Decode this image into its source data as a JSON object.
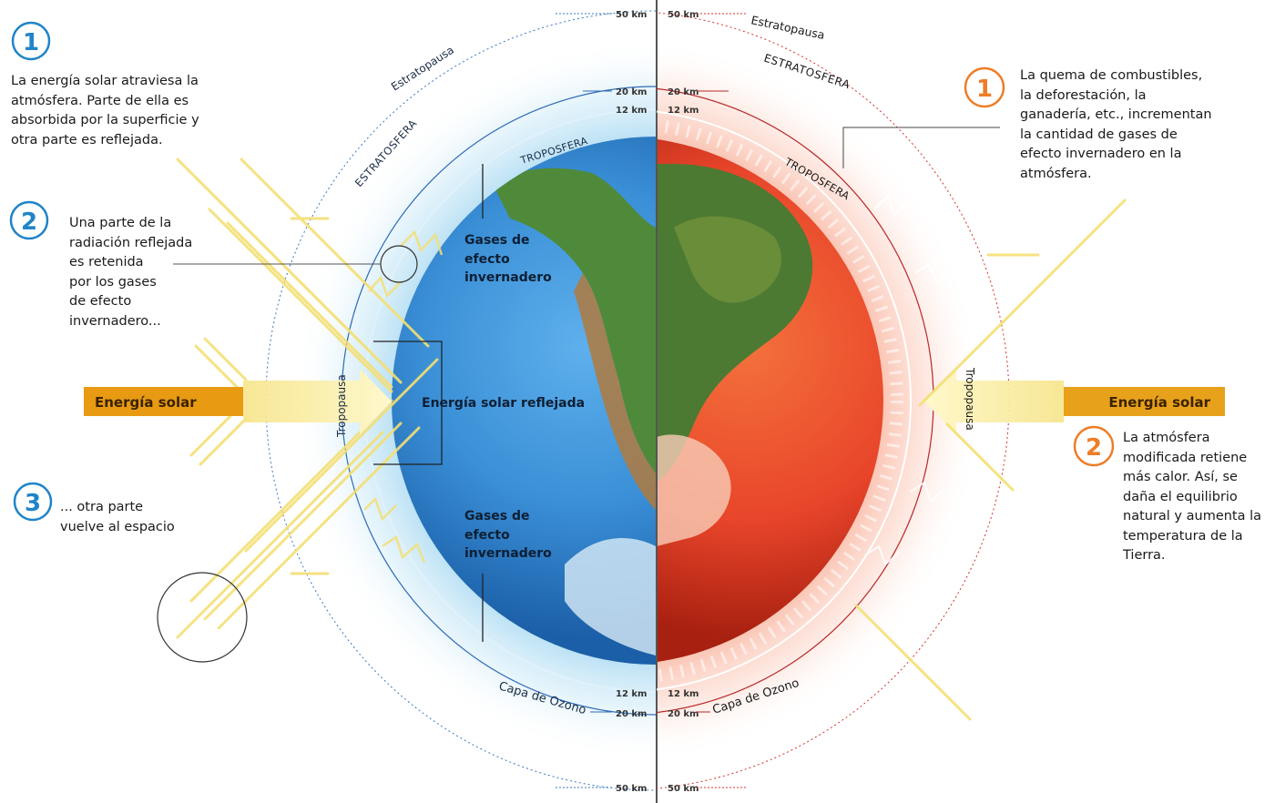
{
  "colors": {
    "blue_step": "#1f84c8",
    "orange_step": "#ee7d27",
    "solar_bar_left": "#e79a12",
    "solar_bar_right": "#e8a11a",
    "ocean_blue": "#3a8fd6",
    "planet_red": "#e8452a",
    "light_ray": "#f6e58a"
  },
  "left": {
    "step1": {
      "number": "1",
      "lines": [
        "La energía solar atraviesa la",
        "atmósfera. Parte de ella es",
        "absorbida por la superficie y",
        "otra parte es reflejada."
      ]
    },
    "step2": {
      "number": "2",
      "lines": [
        "Una parte de la",
        "radiación reflejada",
        "es retenida",
        "por los gases",
        "de efecto",
        "invernadero..."
      ]
    },
    "step3": {
      "number": "3",
      "lines": [
        "... otra parte",
        "vuelve al espacio"
      ]
    },
    "solar_label": "Energía solar",
    "layers": {
      "stratopause": "Estratopausa",
      "stratosphere": "ESTRATOSFERA",
      "troposphere": "TROPOSFERA",
      "tropopause": "Tropopausa",
      "ozone": "Capa de Ozono"
    },
    "globe_labels": {
      "gases_top": [
        "Gases de",
        "efecto",
        "invernadero"
      ],
      "reflected": "Energía solar reflejada",
      "gases_bottom": [
        "Gases de",
        "efecto",
        "invernadero"
      ]
    },
    "km": {
      "top_50": "50 km",
      "top_20": "20 km",
      "top_12": "12 km",
      "bot_12": "12 km",
      "bot_20": "20 km",
      "bot_50": "50 km"
    }
  },
  "right": {
    "step1": {
      "number": "1",
      "lines": [
        "La quema de combustibles,",
        "la deforestación, la",
        "ganadería, etc., incrementan",
        "la cantidad de gases de",
        "efecto invernadero en la",
        "atmósfera."
      ]
    },
    "step2": {
      "number": "2",
      "lines": [
        "La atmósfera",
        "modificada retiene",
        "más calor. Así, se",
        "daña el equilibrio",
        "natural y aumenta la",
        "temperatura de la",
        "Tierra."
      ]
    },
    "solar_label": "Energía solar",
    "layers": {
      "stratopause": "Estratopausa",
      "stratosphere": "ESTRATOSFERA",
      "troposphere": "TROPOSFERA",
      "tropopause": "Tropopausa",
      "ozone": "Capa de Ozono"
    },
    "km": {
      "top_50": "50 km",
      "top_20": "20 km",
      "top_12": "12 km",
      "bot_12": "12 km",
      "bot_20": "20 km",
      "bot_50": "50 km"
    }
  }
}
